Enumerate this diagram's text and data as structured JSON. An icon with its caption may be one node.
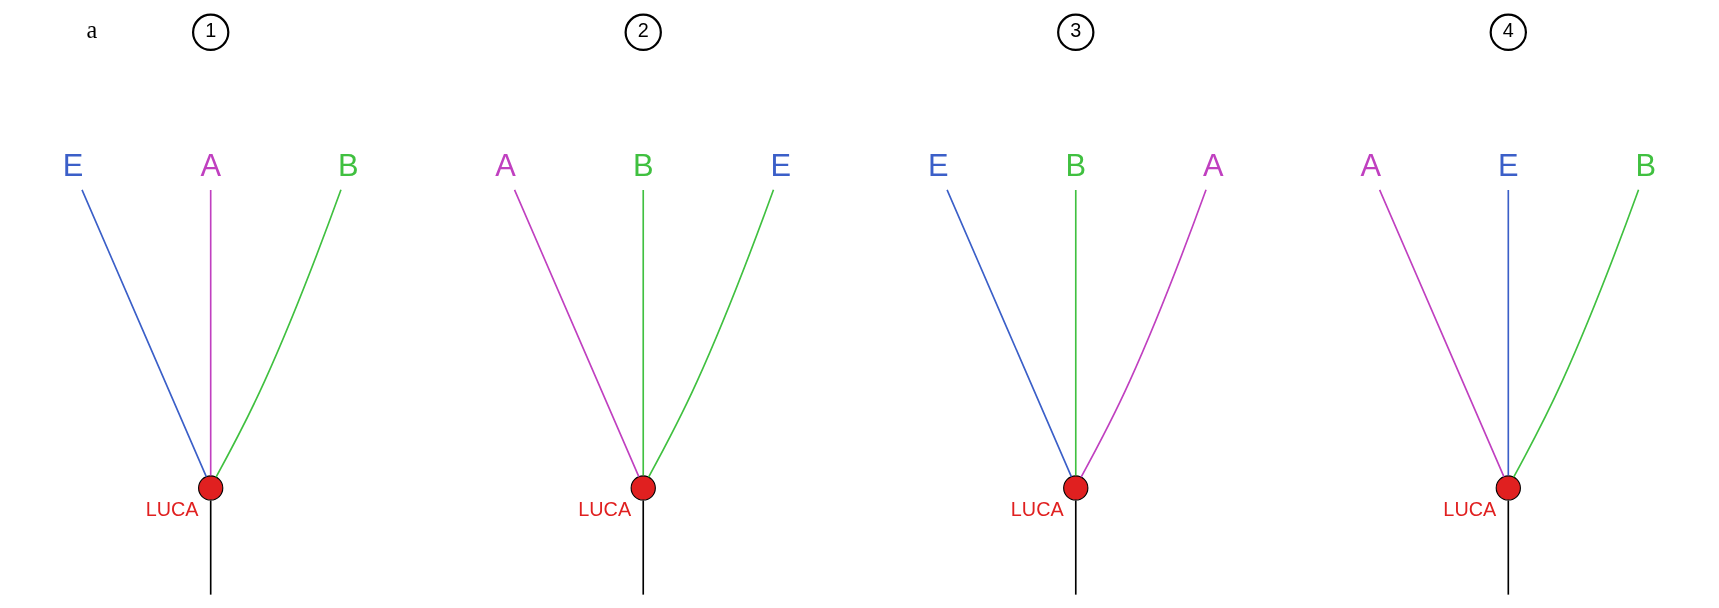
{
  "diagram": {
    "nodes": [
      {
        "text": [
          "1"
        ]
      },
      {
        "text": [
          "E"
        ]
      },
      {
        "text": [
          "A"
        ]
      },
      {
        "text": [
          "B"
        ]
      },
      {
        "text": [],
        "shape": "circle",
        "beside": [
          "LUCA"
        ]
      },
      {
        "text": [
          "2"
        ]
      },
      {
        "text": [
          "A"
        ]
      },
      {
        "text": [
          "B"
        ]
      },
      {
        "text": [
          "E"
        ]
      },
      {
        "text": [],
        "shape": "circle",
        "beside": [
          "LUCA"
        ]
      },
      {
        "text": [
          "3"
        ]
      },
      {
        "text": [
          "E"
        ]
      },
      {
        "text": [
          "B"
        ]
      },
      {
        "text": [
          "A"
        ]
      },
      {
        "text": [],
        "shape": "circle",
        "beside": [
          "LUCA"
        ]
      },
      {
        "text": [
          "4"
        ]
      },
      {
        "text": [
          "A"
        ]
      },
      {
        "text": [
          "E"
        ]
      },
      {
        "text": [
          "B"
        ]
      },
      {
        "text": [],
        "shape": "circle",
        "beside": [
          "LUCA"
        ]
      }
    ],
    "edges": [
      {
        "from": 4,
        "to": 1,
        "arrow": "none",
        "color": "#3b5fc8"
      },
      {
        "from": 4,
        "to": 2,
        "arrow": "none",
        "color": "#c040c0"
      },
      {
        "from": 4,
        "to": 3,
        "arrow": "none",
        "color": "#40c040"
      },
      {
        "from": 4,
        "to": null,
        "arrow": "none",
        "color": "#000000"
      },
      {
        "from": 9,
        "to": 6,
        "arrow": "none",
        "color": "#c040c0"
      },
      {
        "from": 9,
        "to": 7,
        "arrow": "none",
        "color": "#40c040"
      },
      {
        "from": 9,
        "to": 8,
        "arrow": "none",
        "color": "#40c040"
      },
      {
        "from": 9,
        "to": null,
        "arrow": "none",
        "color": "#000000"
      },
      {
        "from": 14,
        "to": 11,
        "arrow": "none",
        "color": "#3b5fc8"
      },
      {
        "from": 14,
        "to": 12,
        "arrow": "none",
        "color": "#40c040"
      },
      {
        "from": 14,
        "to": 13,
        "arrow": "none",
        "color": "#c040c0"
      },
      {
        "from": 14,
        "to": null,
        "arrow": "none",
        "color": "#000000"
      },
      {
        "from": 19,
        "to": 16,
        "arrow": "none",
        "color": "#c040c0"
      },
      {
        "from": 19,
        "to": 17,
        "arrow": "none",
        "color": "#3b5fc8"
      },
      {
        "from": 19,
        "to": 18,
        "arrow": "none",
        "color": "#40c040"
      },
      {
        "from": 19,
        "to": null,
        "arrow": "none",
        "color": "#000000"
      }
    ],
    "labels": [
      "a"
    ]
  }
}
